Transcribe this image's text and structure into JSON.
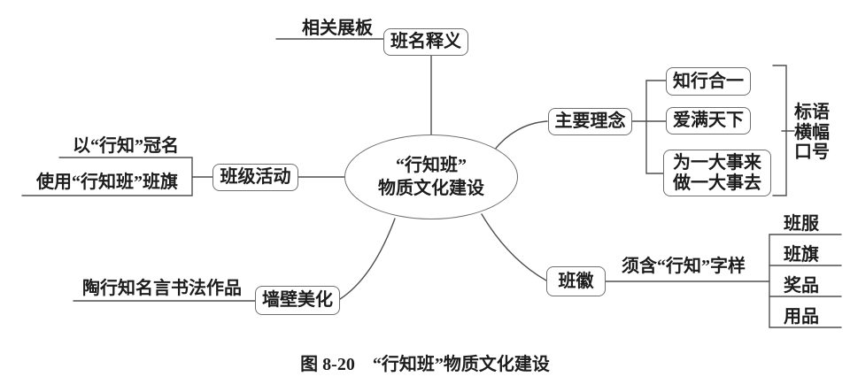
{
  "figure": {
    "caption": "图 8-20　“行知班”物质文化建设",
    "center": {
      "line1": "“行知班”",
      "line2": "物质文化建设"
    },
    "branch_top": {
      "node": "班名释义",
      "leaf": "相关展板"
    },
    "branch_left": {
      "node": "班级活动",
      "leaves": [
        "以“行知”冠名",
        "使用“行知班”班旗"
      ]
    },
    "branch_right_top": {
      "node": "主要理念",
      "concepts": [
        "知行合一",
        "爱满天下"
      ],
      "concept3_line1": "为一大事来",
      "concept3_line2": "做一大事去",
      "bracket_label": [
        "标语",
        "横幅",
        "口号"
      ]
    },
    "branch_right_bottom": {
      "node": "班徽",
      "edge_label": "须含“行知”字样",
      "applications": [
        "班服",
        "班旗",
        "奖品",
        "用品"
      ]
    },
    "branch_bottom_left": {
      "node": "墙壁美化",
      "leaf": "陶行知名言书法作品"
    },
    "colors": {
      "text": "#1c1c1c",
      "line": "#4f4f4f",
      "box_border": "#6f6f6f",
      "background": "#ffffff"
    }
  }
}
